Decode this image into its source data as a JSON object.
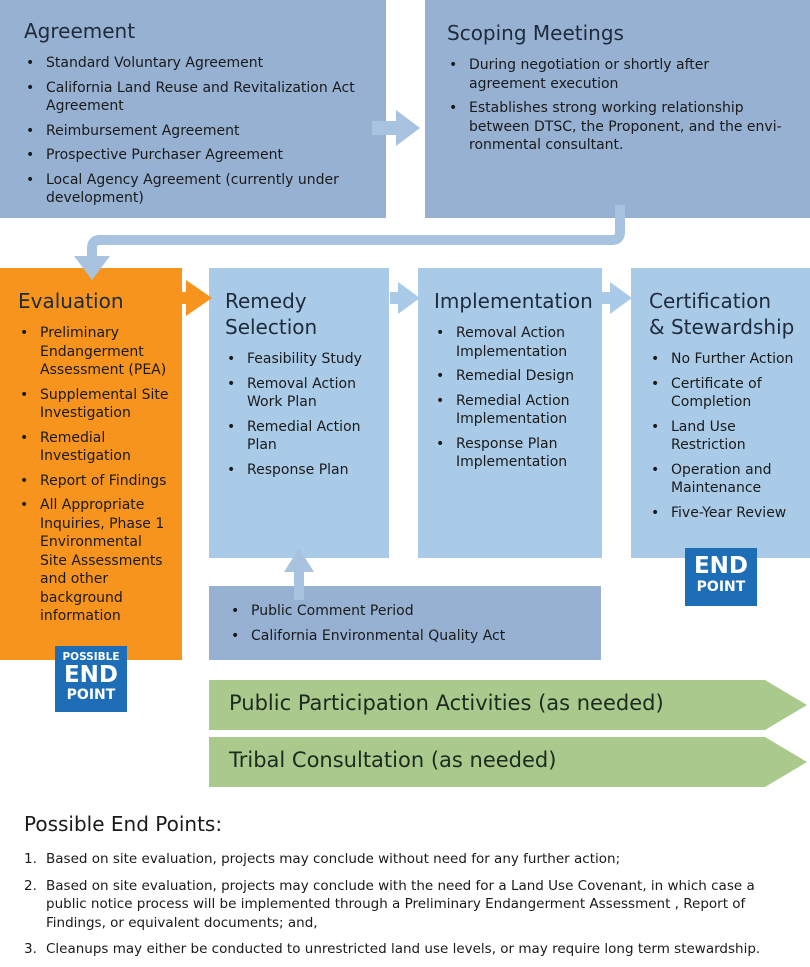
{
  "agreement": {
    "title": "Agreement",
    "items": [
      "Standard Voluntary Agreement",
      "California Land Reuse and Revitalization Act Agreement",
      "Reimbursement Agreement",
      "Prospective Purchaser Agreement",
      "Local Agency Agreement (currently under development)"
    ]
  },
  "scoping": {
    "title": "Scoping Meetings",
    "items": [
      "During negotiation or shortly after agreement execution",
      "Establishes strong working relationship between DTSC, the Proponent, and the envi­ronmental consultant."
    ]
  },
  "evaluation": {
    "title": "Evaluation",
    "items": [
      "Preliminary Endangerment Assessment (PEA)",
      "Supplemental Site Investigation",
      "Remedial Investigation",
      "Report of Findings",
      "All Appropriate Inquiries, Phase 1 Environmental Site Assessments and other background information"
    ],
    "badge": {
      "line1": "POSSIBLE",
      "line2": "END",
      "line3": "POINT"
    }
  },
  "remedy": {
    "title": "Remedy\nSelection",
    "items": [
      "Feasibility Study",
      "Removal Action Work Plan",
      "Remedial Action Plan",
      "Response Plan"
    ]
  },
  "implementation": {
    "title": "Implementation",
    "items": [
      "Removal Action Implementation",
      "Remedial Design",
      "Remedial Action Implementation",
      "Response Plan Implementation"
    ]
  },
  "certification": {
    "title": "Certification\n& Stewardship",
    "items": [
      "No Further Action",
      "Certificate of Completion",
      "Land Use Restriction",
      "Operation and Maintenance",
      "Five-Year Review"
    ],
    "badge": {
      "line1": "END",
      "line2": "POINT"
    }
  },
  "public_comment": {
    "items": [
      "Public Comment Period",
      "California Environmental Quality Act"
    ]
  },
  "bands": {
    "public_participation": "Public Participation Activities (as needed)",
    "tribal": "Tribal Consultation (as needed)"
  },
  "end_points": {
    "title": "Possible End Points:",
    "notes": [
      {
        "num": "1.",
        "text": "Based on site evaluation, projects may conclude without need for any further action;"
      },
      {
        "num": "2.",
        "text": "Based on site evaluation, projects may conclude with the need for a Land Use Covenant, in which case a public notice process will be implemented through a Preliminary Endangerment Assessment , Report of Findings, or equivalent documents; and,"
      },
      {
        "num": "3.",
        "text": "Cleanups may either be conducted to unrestricted land use levels, or may require long term stewardship."
      }
    ]
  },
  "colors": {
    "dark_blue_box": "#97b1d3",
    "light_blue_box": "#a9cbe8",
    "evaluation_box": "#f7941d",
    "badge": "#1d6eb6",
    "band": "#a9c98d"
  }
}
